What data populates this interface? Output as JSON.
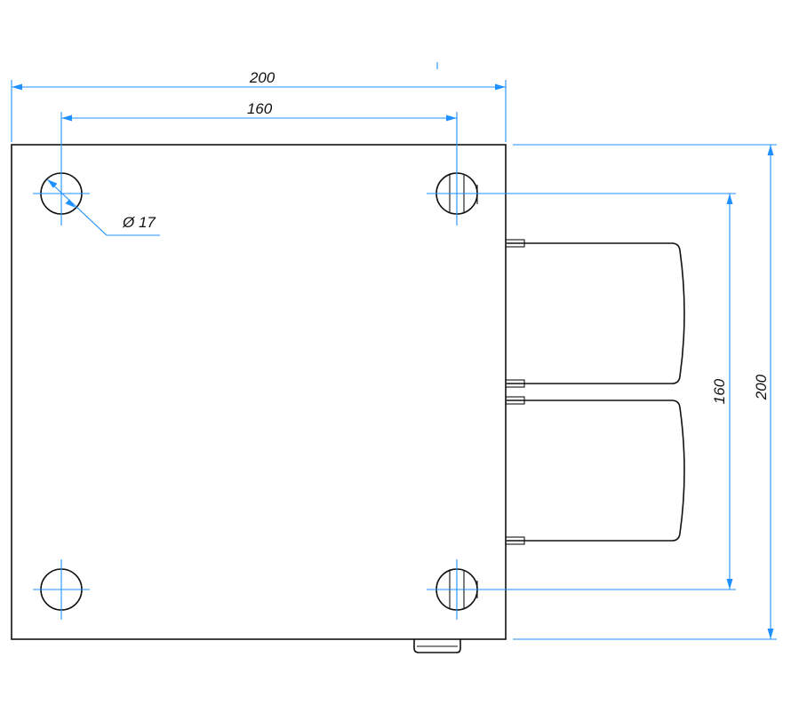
{
  "dimensions": {
    "overall_width": "200",
    "hole_spacing_horizontal": "160",
    "hole_diameter": "Ø 17",
    "hole_spacing_vertical": "160",
    "overall_height": "200"
  },
  "colors": {
    "outline": "#111111",
    "dimension": "#1e90ff",
    "background": "#ffffff"
  }
}
